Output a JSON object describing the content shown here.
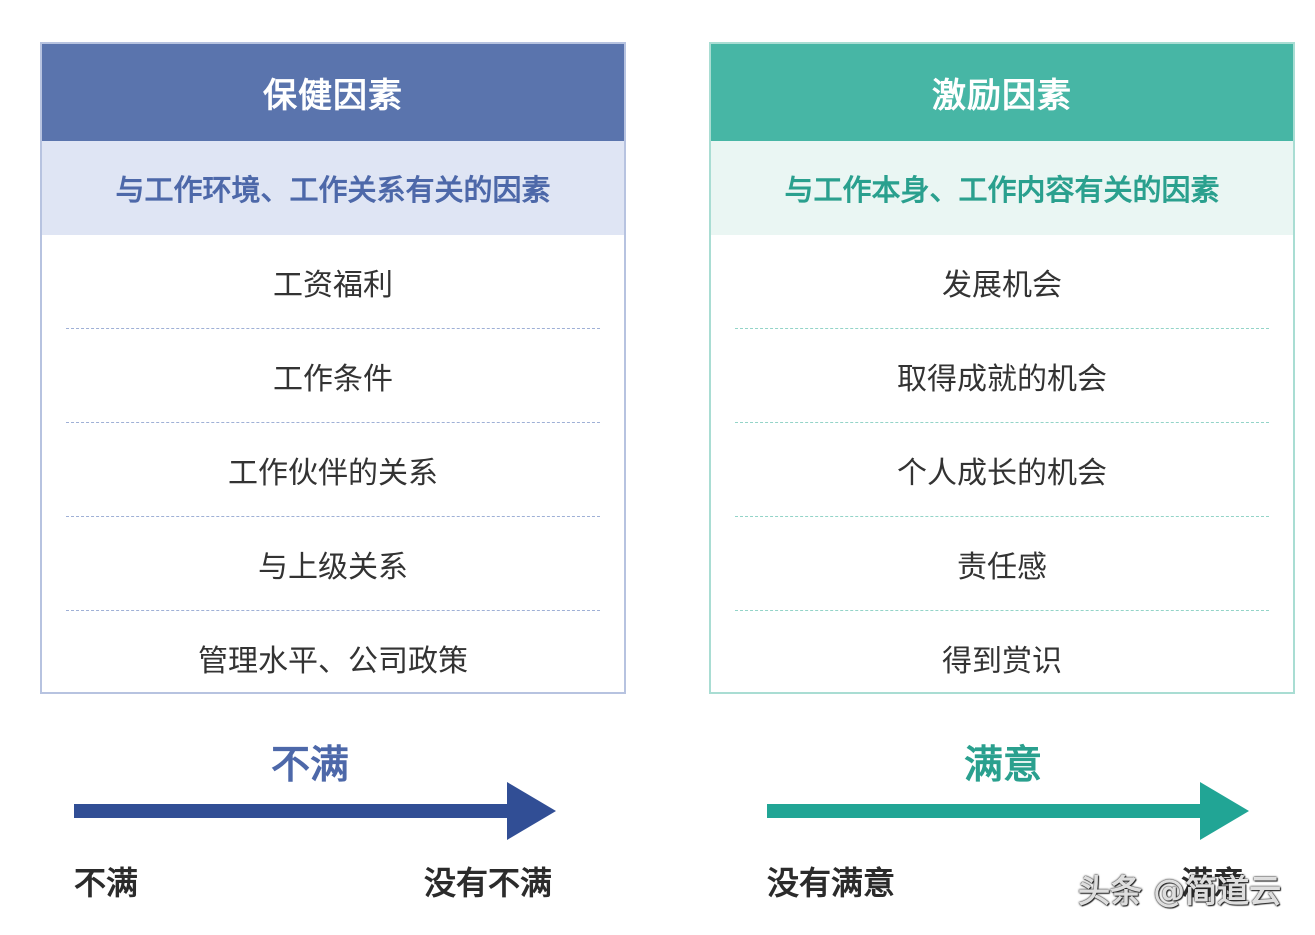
{
  "hygiene": {
    "title": "保健因素",
    "subtitle": "与工作环境、工作关系有关的因素",
    "items": [
      "工资福利",
      "工作条件",
      "工作伙伴的关系",
      "与上级关系",
      "管理水平、公司政策"
    ],
    "color": "#5a74ad",
    "scale": {
      "title": "不满",
      "start": "不满",
      "end": "没有不满",
      "arrow_color": "#314e95"
    }
  },
  "motivator": {
    "title": "激励因素",
    "subtitle": "与工作本身、工作内容有关的因素",
    "items": [
      "发展机会",
      "取得成就的机会",
      "个人成长的机会",
      "责任感",
      "得到赏识"
    ],
    "color": "#47b6a5",
    "scale": {
      "title": "满意",
      "start": "没有满意",
      "end": "满意",
      "arrow_color": "#21a595"
    }
  },
  "watermark": "头条 @简道云"
}
